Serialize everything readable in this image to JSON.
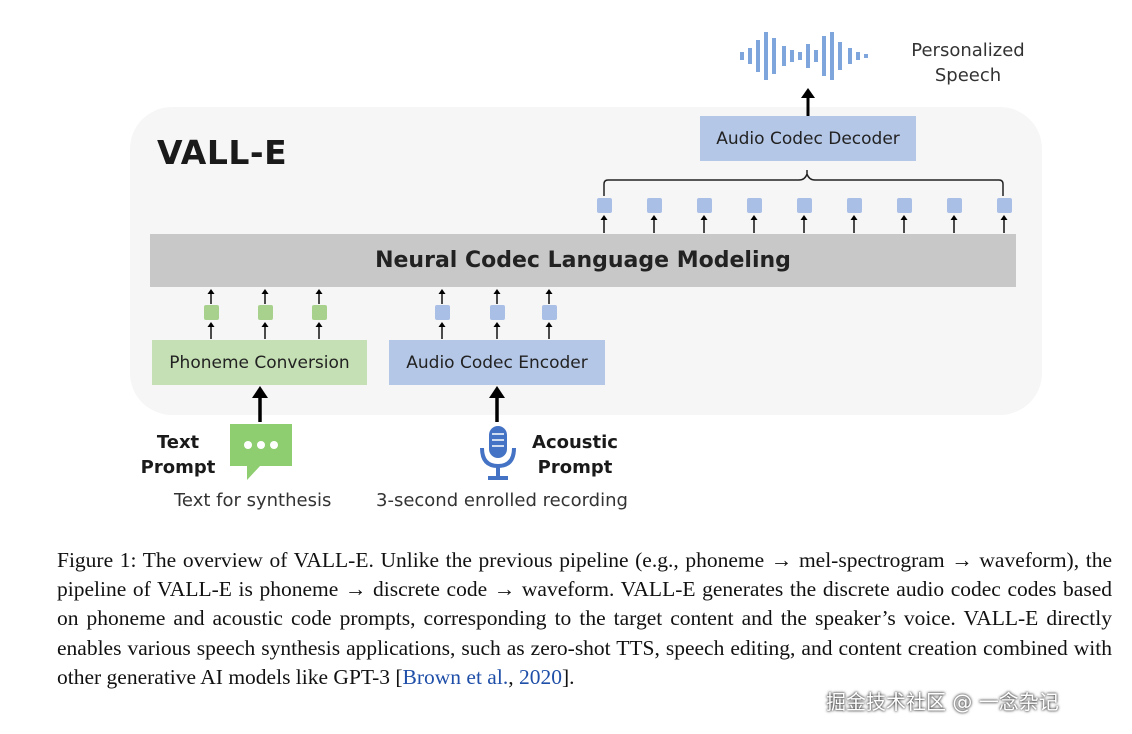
{
  "diagram": {
    "system_title": "VALL-E",
    "output_label": "Personalized Speech",
    "decoder_label": "Audio Codec Decoder",
    "lm_label": "Neural Codec Language Modeling",
    "phoneme_label": "Phoneme Conversion",
    "encoder_label": "Audio Codec Encoder",
    "text_prompt_label": "Text Prompt",
    "text_prompt_sub": "Text for synthesis",
    "acoustic_prompt_label": "Acoustic Prompt",
    "acoustic_prompt_sub": "3-second enrolled recording",
    "output_tokens": 9,
    "phoneme_tokens": 3,
    "acoustic_tokens": 3,
    "colors": {
      "codec_blue": "#b4c7e7",
      "phoneme_green": "#c5e0b4",
      "lm_gray": "#c8c8c8",
      "icon_blue": "#4472c4",
      "icon_green": "#8fce70"
    },
    "icons": [
      "waveform-icon",
      "chat-bubble-icon",
      "microphone-icon"
    ]
  },
  "caption": {
    "part1": "Figure 1:  The overview of VALL-E. Unlike the previous pipeline (e.g., phoneme → mel-spectrogram → waveform), the pipeline of VALL-E is phoneme → discrete code → waveform.  VALL-E generates the discrete audio codec codes based on phoneme and acoustic code prompts, corresponding to the target content and the speaker’s voice. VALL-E directly enables various speech synthesis applications, such as zero-shot TTS, speech editing, and content creation combined with other generative AI models like GPT-3 [",
    "cite_authors": "Brown et al.",
    "cite_sep": ", ",
    "cite_year": "2020",
    "part2": "]."
  },
  "watermark": "掘金技术社区 @ 一念杂记"
}
